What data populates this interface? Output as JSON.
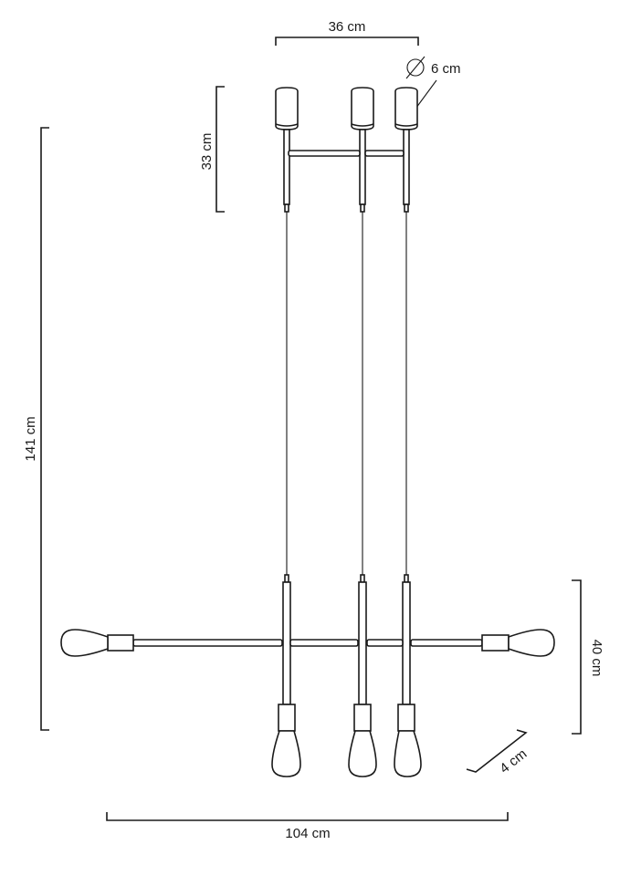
{
  "diagram": {
    "type": "technical-dimension-drawing",
    "subject": "pendant lamp with three canopies and five bulbs",
    "dimensions": {
      "canopy_span": "36 cm",
      "canopy_diameter": "6 cm",
      "canopy_height": "33 cm",
      "total_height": "141 cm",
      "fixture_height": "40 cm",
      "fixture_depth": "4 cm",
      "total_width": "104 cm"
    },
    "diameter_symbol": "∅",
    "colors": {
      "line": "#1a1a1a",
      "background": "#ffffff"
    }
  }
}
